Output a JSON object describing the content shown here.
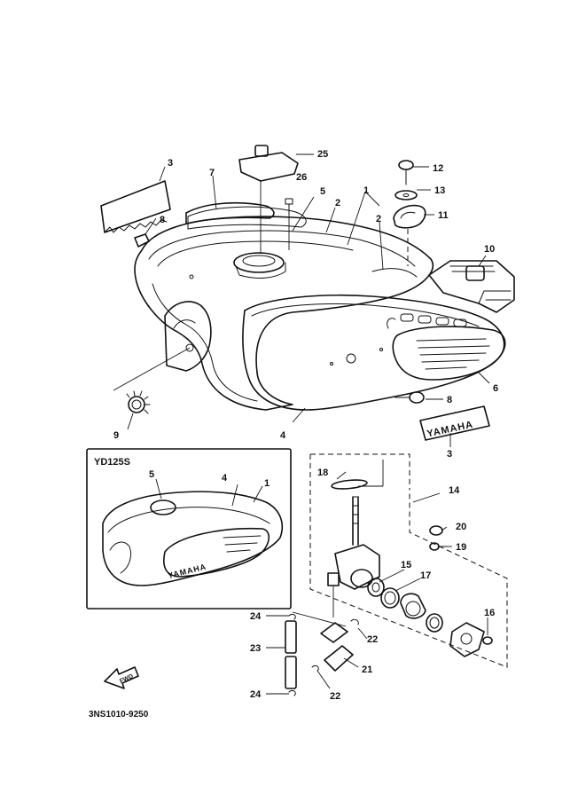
{
  "diagram": {
    "callouts": {
      "c1": "1",
      "c2a": "2",
      "c2b": "2",
      "c3a": "3",
      "c3b": "3",
      "c4a": "4",
      "c5a": "5",
      "c6": "6",
      "c7": "7",
      "c8a": "8",
      "c8b": "8",
      "c9": "9",
      "c10": "10",
      "c11": "11",
      "c12": "12",
      "c13": "13",
      "c14": "14",
      "c15": "15",
      "c16": "16",
      "c17": "17",
      "c18": "18",
      "c19": "19",
      "c20": "20",
      "c21": "21",
      "c22a": "22",
      "c22b": "22",
      "c23": "23",
      "c24a": "24",
      "c24b": "24",
      "c25": "25",
      "c26": "26"
    },
    "inset": {
      "model": "YD125S",
      "callouts": {
        "c1": "1",
        "c4": "4",
        "c5": "5"
      }
    },
    "emblem_text": "YAMAHA",
    "fwd_arrow_text": "FWD",
    "part_code": "3NS1010-9250"
  }
}
